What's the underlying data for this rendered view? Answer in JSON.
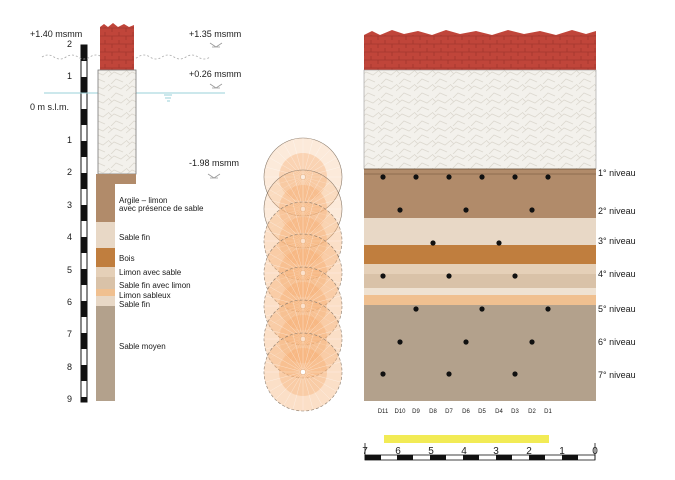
{
  "elevations": {
    "left_top": "+1.40 msmm",
    "left_zero": "0 m s.l.m.",
    "right_top": "+1.35 msmm",
    "right_mid": "+0.26 msmm",
    "right_low": "-1.98 msmm"
  },
  "scale_ticks": [
    "2",
    "1",
    "1",
    "2",
    "3",
    "4",
    "5",
    "6",
    "7",
    "8",
    "9"
  ],
  "soil_labels": [
    {
      "name": "argile",
      "line1": "Argile – limon",
      "line2": "avec présence de sable"
    },
    {
      "name": "sable-fin",
      "line1": "Sable fin",
      "line2": ""
    },
    {
      "name": "bois",
      "line1": "Bois",
      "line2": ""
    },
    {
      "name": "limon-sable",
      "line1": "Limon avec sable",
      "line2": ""
    },
    {
      "name": "sable-fin-limon",
      "line1": "Sable fin avec limon",
      "line2": ""
    },
    {
      "name": "limon-sableux",
      "line1": "Limon sableux",
      "line2": ""
    },
    {
      "name": "sable-fin-2",
      "line1": "Sable fin",
      "line2": ""
    },
    {
      "name": "sable-moyen",
      "line1": "Sable moyen",
      "line2": ""
    }
  ],
  "levels": [
    "1° niveau",
    "2° niveau",
    "3° niveau",
    "4° niveau",
    "5° niveau",
    "6° niveau",
    "7° niveau"
  ],
  "columns": [
    "D11",
    "D10",
    "D9",
    "D8",
    "D7",
    "D6",
    "D5",
    "D4",
    "D3",
    "D2",
    "D1"
  ],
  "bottom_scale": [
    "7",
    "6",
    "5",
    "4",
    "3",
    "2",
    "1",
    "0"
  ],
  "colors": {
    "brick": "#c0453a",
    "concrete": "#f1efe9",
    "clay": "#b18b6a",
    "fine_sand": "#e8d8c6",
    "wood": "#c07e3e",
    "silt_sand": "#e5d0b8",
    "silty_sand": "#f0c090",
    "medium_sand": "#b3a18c",
    "highlight": "#f2eb55",
    "disc": "#f6b27a"
  }
}
